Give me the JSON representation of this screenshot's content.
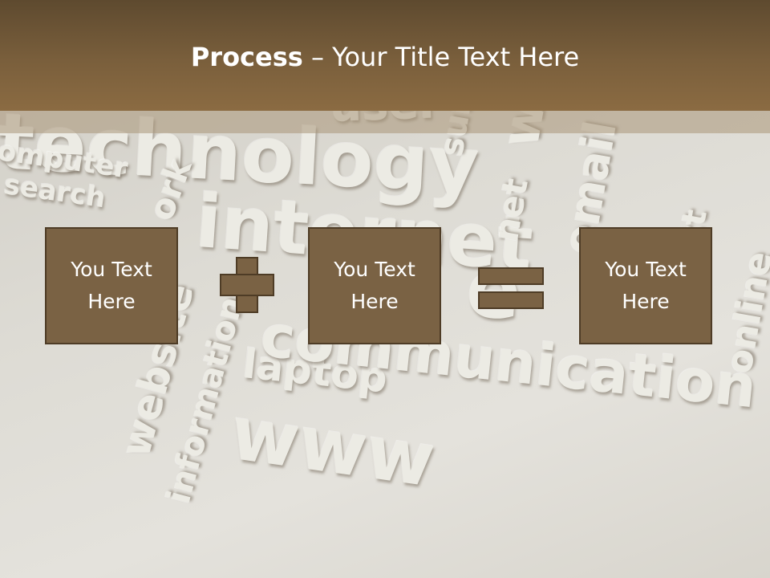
{
  "title": {
    "bold": "Process",
    "rest": " – Your Title Text Here"
  },
  "background_words": [
    "technology",
    "user",
    "sur",
    "w",
    "email",
    "omputer",
    "search",
    "ork",
    "internet",
    "net",
    "ct",
    "online",
    "website",
    "information",
    "laptop",
    "communication",
    "www",
    "e"
  ],
  "process": {
    "box1": "You Text Here",
    "box2": "You Text Here",
    "box3": "You Text Here",
    "operator1": "plus",
    "operator2": "equals"
  },
  "colors": {
    "title_band": "#7a5f3c",
    "box_fill": "#7a6244",
    "box_border": "#4e3c26"
  }
}
